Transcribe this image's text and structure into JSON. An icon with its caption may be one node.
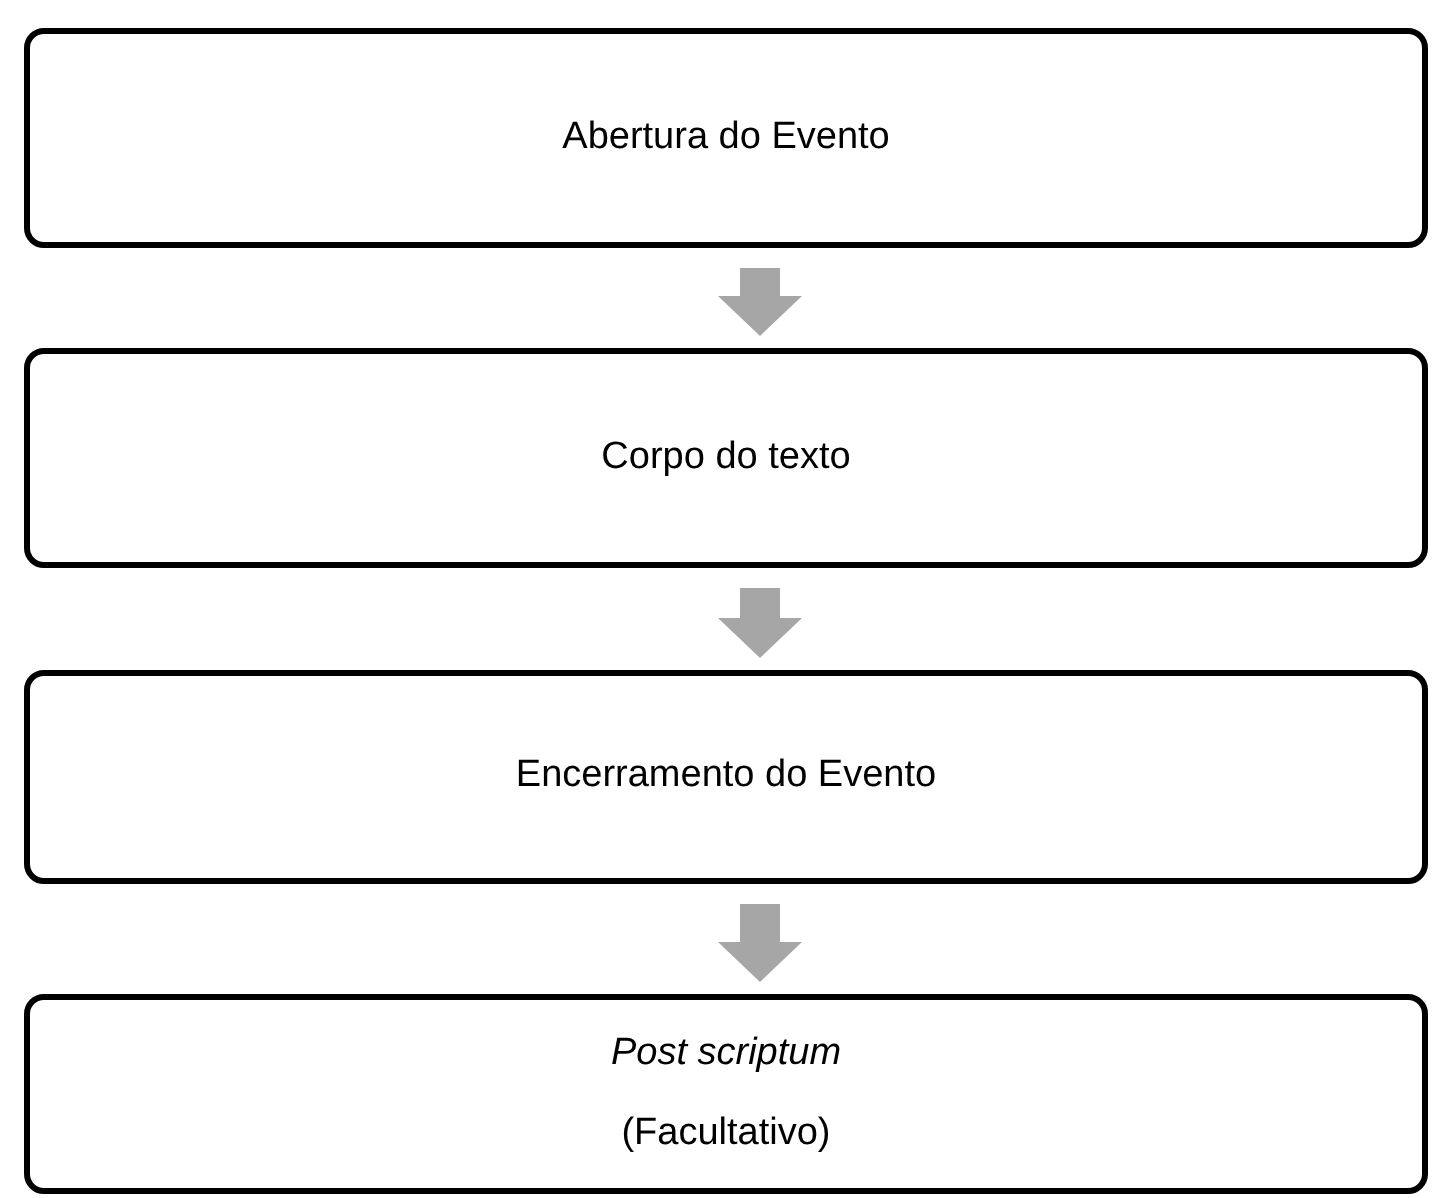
{
  "diagram": {
    "nodes": [
      {
        "text": [
          "Abertura do Evento"
        ]
      },
      {
        "text": [
          "Corpo do texto"
        ]
      },
      {
        "text": [
          "Encerramento do Evento"
        ]
      },
      {
        "text": [
          "*Post scriptum*",
          "(Facultativo)"
        ]
      }
    ],
    "edges": [
      {
        "from": 0,
        "to": 1,
        "arrow": "to"
      },
      {
        "from": 1,
        "to": 2,
        "arrow": "to"
      },
      {
        "from": 2,
        "to": 3,
        "arrow": "to"
      }
    ]
  }
}
